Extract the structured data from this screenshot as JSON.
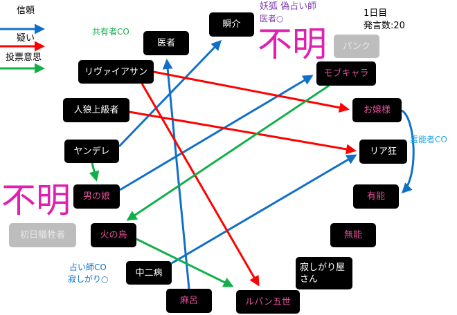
{
  "legend": {
    "trust": "信頼",
    "doubt": "疑い",
    "vote": "投票意思"
  },
  "colors": {
    "trust": "#1070c8",
    "doubt": "#ff0000",
    "vote": "#10b048",
    "pink_name": "#e0509a",
    "unknown": "#e020b0"
  },
  "status": {
    "day": "1日目",
    "speech_count": "発言数:20"
  },
  "annotations": {
    "sharer_co": "共有者CO",
    "fox_line1": "妖狐 偽占い師",
    "fox_line2": "医者○",
    "medium_co": "霊能者CO",
    "seer_co": "占い師CO",
    "seer_result": "寂しがり○"
  },
  "nodes": {
    "isha": "医者",
    "shunsuke": "瞬介",
    "leviathan": "リヴァイアサン",
    "jinro": "人狼上級者",
    "yandere": "ヤンデレ",
    "otokonoko": "男の娘",
    "hinotori": "火の鳥",
    "chuni": "中二病",
    "maro": "麻呂",
    "lupin": "ルパン五世",
    "sabishi": "寂しがり屋さん",
    "munou": "無能",
    "yuunou": "有能",
    "riakyo": "リア狂",
    "ojou": "お嬢様",
    "mob": "モブキャラ",
    "grey_top": "パンク",
    "grey_left": "初日犠牲者"
  },
  "unknown_label": "不明"
}
